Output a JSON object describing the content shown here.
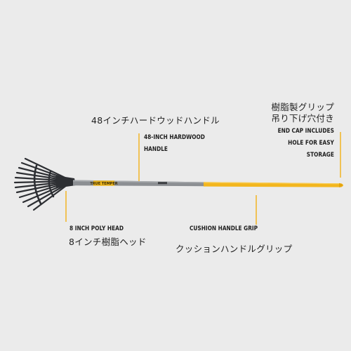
{
  "colors": {
    "background": "#ebebeb",
    "callout_line": "#f2b015",
    "handle_yellow": "#f3b61e",
    "handle_grey": "#8c8f93",
    "rake_head": "#2d2f33",
    "text": "#222222"
  },
  "product": {
    "brand_mark": "TRUE TEMPER"
  },
  "callouts": {
    "handle_jp": "48インチハードウッドハンドル",
    "handle_en_1": "48-INCH HARDWOOD",
    "handle_en_2": "HANDLE",
    "endcap_jp_1": "樹脂製グリップ",
    "endcap_jp_2": "吊り下げ穴付き",
    "endcap_en_1": "END CAP INCLUDES",
    "endcap_en_2": "HOLE FOR EASY",
    "endcap_en_3": "STORAGE",
    "head_en": "8 INCH POLY HEAD",
    "head_jp": "8インチ樹脂ヘッド",
    "grip_en": "CUSHION HANDLE GRIP",
    "grip_jp": "クッションハンドルグリップ"
  }
}
